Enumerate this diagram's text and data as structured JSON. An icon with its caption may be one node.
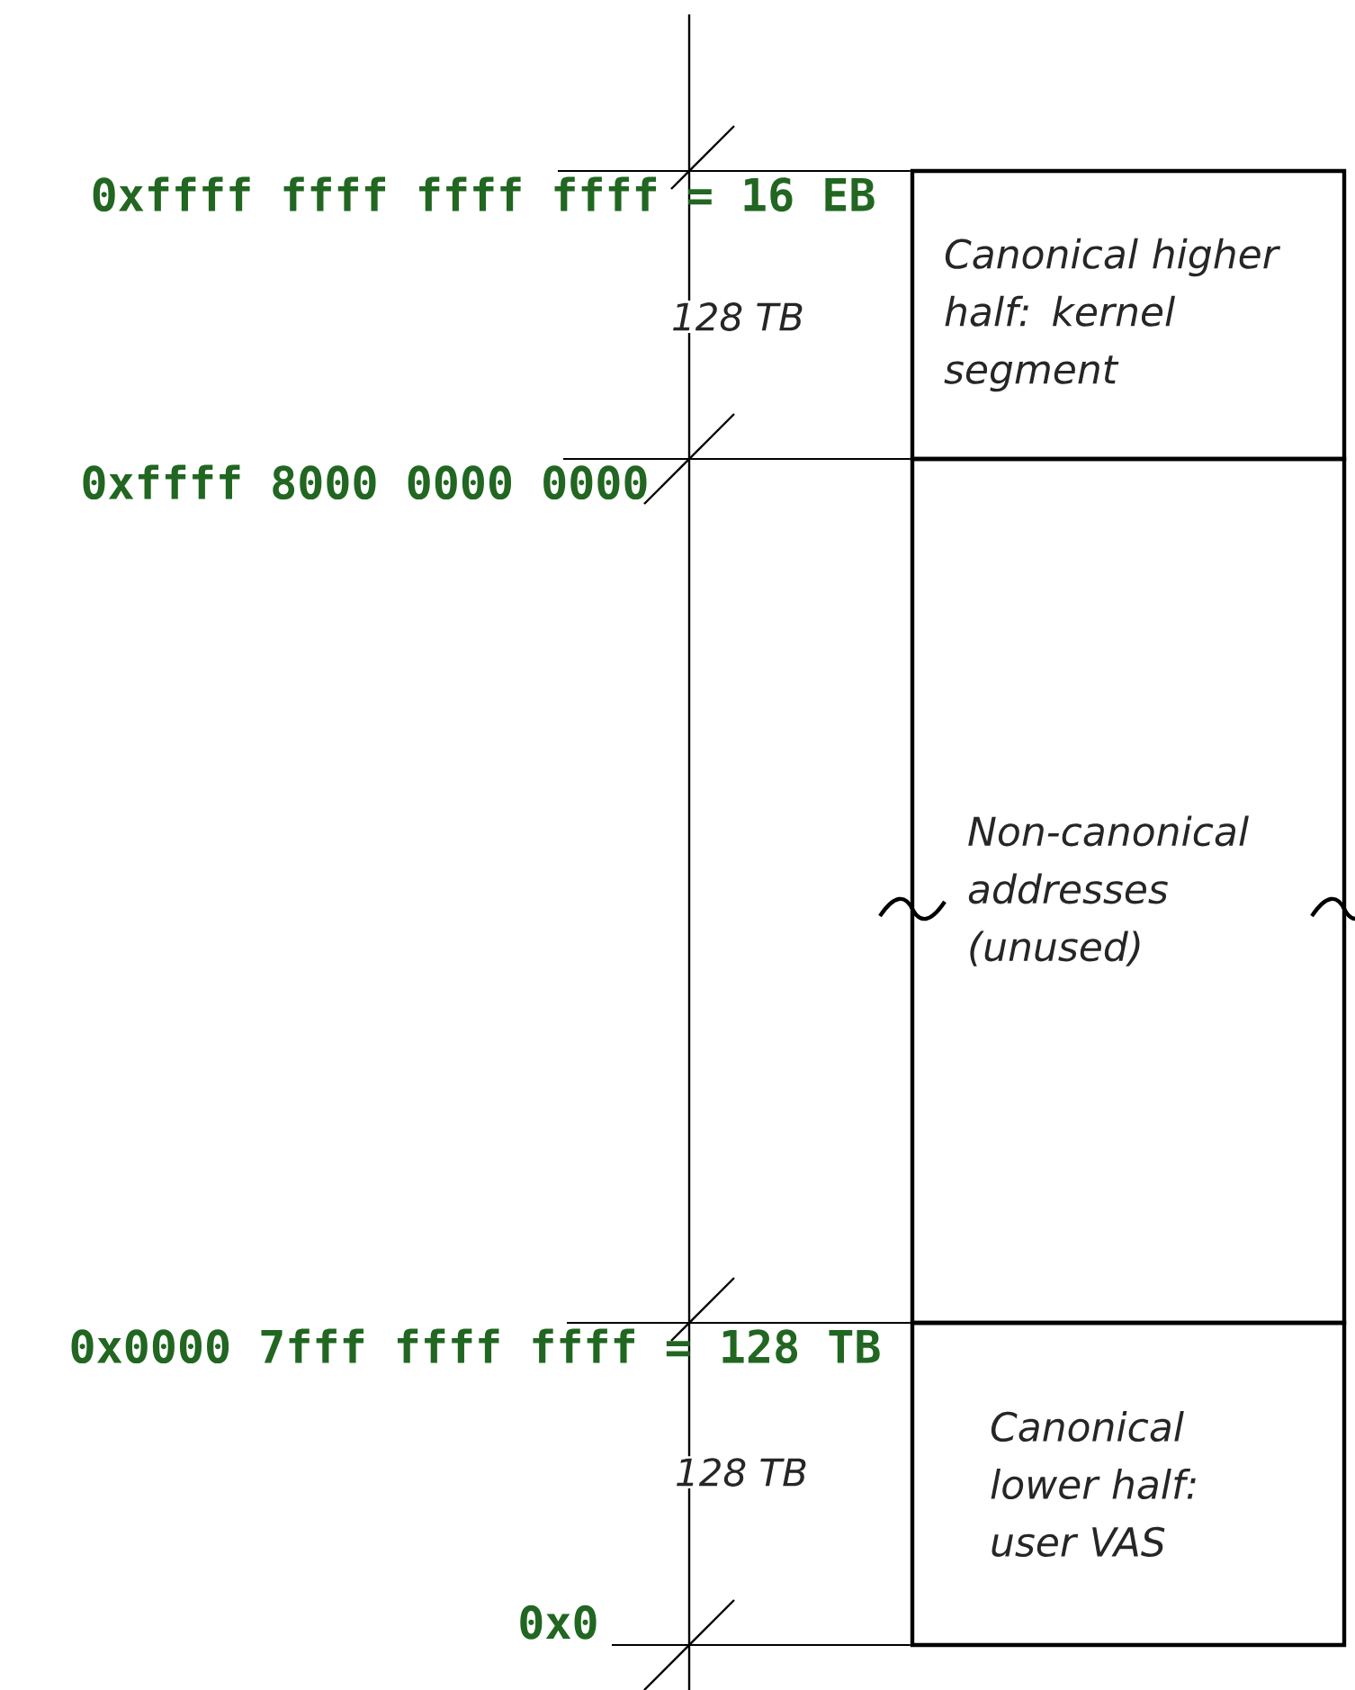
{
  "diagram": {
    "nodes": [
      {
        "text": [
          "0xffff ffff ffff ffff = 16 EB"
        ]
      },
      {
        "text": [
          "Canonical higher half: kernel segment"
        ]
      },
      {
        "text": [
          "0xffff 8000 0000 0000"
        ]
      },
      {
        "text": [
          "Non-canonical addresses (unused)"
        ]
      },
      {
        "text": [
          "0x0000 7fff ffff ffff = 128 TB"
        ]
      },
      {
        "text": [
          "Canonical lower half: user VAS"
        ]
      },
      {
        "text": [
          "0x0"
        ]
      }
    ],
    "edges": [
      {
        "from": 0,
        "to": 1,
        "arrow": "none"
      },
      {
        "from": 2,
        "to": 1,
        "arrow": "none"
      },
      {
        "from": 4,
        "to": 3,
        "arrow": "none"
      },
      {
        "from": 6,
        "to": 5,
        "arrow": "none"
      }
    ],
    "labels": [
      "128 TB",
      "128 TB"
    ]
  }
}
